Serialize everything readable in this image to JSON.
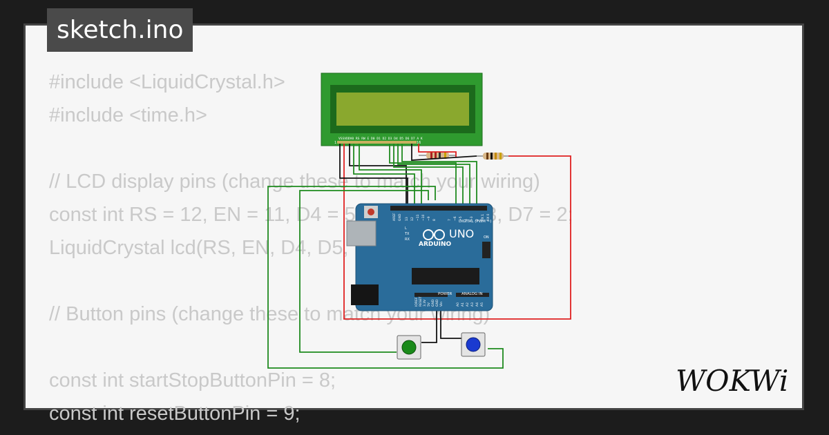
{
  "header": {
    "file_tab": "sketch.ino"
  },
  "code": {
    "lines": [
      "#include <LiquidCrystal.h>",
      "#include <time.h>",
      "",
      "// LCD display pins (change these to match your wiring)",
      "const int RS = 12, EN = 11, D4 = 5, D5 = 4, D6 = 3, D7 = 2;",
      "LiquidCrystal lcd(RS, EN, D4, D5, D6, D7);",
      "",
      "// Button pins (change these to match your wiring)",
      "",
      "const int startStopButtonPin = 8;",
      "const int resetButtonPin = 9;"
    ]
  },
  "circuit": {
    "lcd": {
      "pin_labels": "VSSVDDV0 RS RW E  D0 D1 D2 D3 D4 D5 D6 D7 A  K",
      "pin_first": "1",
      "pin_last": "16"
    },
    "arduino": {
      "brand": "ARDUINO",
      "model": "UNO",
      "digital_label": "DIGITAL (PWM ~)",
      "power_label": "POWER",
      "analog_label": "ANALOG IN",
      "aref": "AREF",
      "gnd": "GND",
      "digital_pins": [
        "13",
        "12",
        "~11",
        "~10",
        "~9",
        "8",
        "7",
        "~6",
        "~5",
        "4",
        "~3",
        "2",
        "TX 1",
        "RX 0"
      ],
      "leds": [
        "L",
        "TX",
        "RX"
      ],
      "on_label": "ON",
      "power_pins": [
        "IOREF",
        "RESET",
        "3.3V",
        "5V",
        "GND",
        "GND",
        "Vin"
      ],
      "analog_pins": [
        "A0",
        "A1",
        "A2",
        "A3",
        "A4",
        "A5"
      ]
    },
    "buttons": [
      {
        "color": "#1a8a1a"
      },
      {
        "color": "#1a3ad0"
      }
    ]
  },
  "brand": {
    "logo": "WOKWi"
  },
  "colors": {
    "wire_green": "#1e8a1e",
    "wire_red": "#e02020",
    "wire_black": "#111111",
    "lcd_body": "#2f9a2f",
    "lcd_screen": "#8aa82e",
    "board": "#2a6c9a"
  }
}
